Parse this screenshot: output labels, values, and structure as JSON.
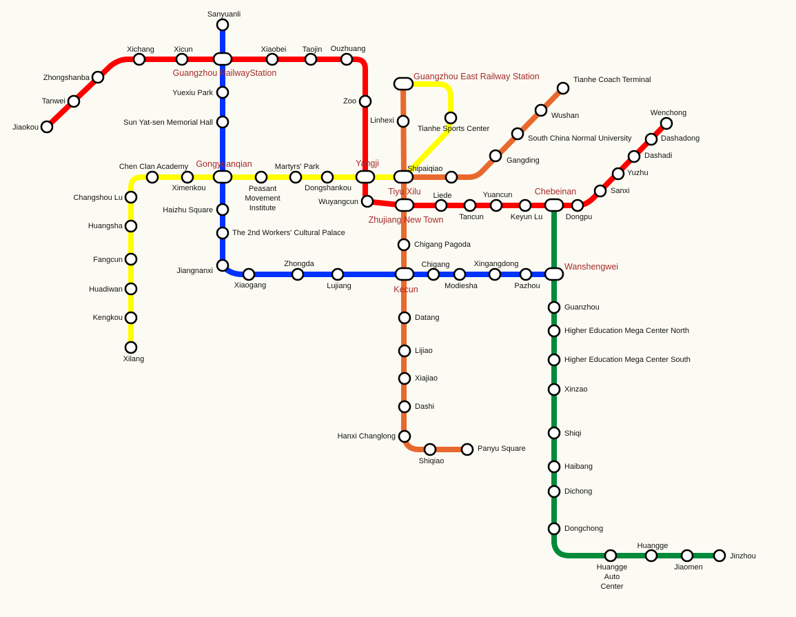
{
  "colors": {
    "background": "#fcfbf3",
    "line1_yellow": "#ffff00",
    "line2_blue": "#0033ff",
    "line3_orange": "#e8692e",
    "line4_green": "#008a3a",
    "line5_red": "#ff0000",
    "interchange_label": "#a52a2a"
  },
  "stations": {
    "sanyuanli": "Sanyuanli",
    "guangzhou_railway_station": "Guangzhou RailwayStation",
    "yuexiu_park": "Yuexiu Park",
    "sun_yatsen_memorial_hall": "Sun Yat-sen Memorial Hall",
    "gongyuanqian": "Gongyuanqian",
    "haizhu_square": "Haizhu Square",
    "workers_cultural_palace": "The 2nd Workers' Cultural Palace",
    "jiangnanxi": "Jiangnanxi",
    "xiaogang": "Xiaogang",
    "zhongda": "Zhongda",
    "lujiang": "Lujiang",
    "kecun": "Kecun",
    "chigang": "Chigang",
    "modiesha": "Modiesha",
    "xingangdong": "Xingangdong",
    "pazhou": "Pazhou",
    "wanshengwei": "Wanshengwei",
    "jiaokou": "Jiaokou",
    "tanwei": "Tanwei",
    "zhongshanba": "Zhongshanba",
    "xichang": "Xichang",
    "xicun": "Xicun",
    "xiaobei": "Xiaobei",
    "taojin": "Taojin",
    "ouzhuang": "Ouzhuang",
    "zoo": "Zoo",
    "yangji": "Yangji",
    "wuyangcun": "Wuyangcun",
    "zhujiang_new_town": "Zhujiang New Town",
    "liede": "Liede",
    "tancun": "Tancun",
    "yuancun": "Yuancun",
    "keyun_lu": "Keyun Lu",
    "chebeinan": "Chebeinan",
    "dongpu": "Dongpu",
    "sanxi": "Sanxi",
    "yuzhu": "Yuzhu",
    "dashadi": "Dashadi",
    "dashadong": "Dashadong",
    "wenchong": "Wenchong",
    "chen_clan_academy": "Chen Clan Academy",
    "ximenkou": "Ximenkou",
    "peasant_movement_institute": [
      "Peasant",
      "Movement",
      "Institute"
    ],
    "martyrs_park": "Martyrs' Park",
    "dongshankou": "Dongshankou",
    "tiyu_xilu": "Tiyu Xilu",
    "tianhe_sports_center": "Tianhe Sports Center",
    "guangzhou_east_railway_station": "Guangzhou East Railway Station",
    "changshou_lu": "Changshou Lu",
    "huangsha": "Huangsha",
    "fangcun": "Fangcun",
    "huadiwan": "Huadiwan",
    "kengkou": "Kengkou",
    "xilang": "Xilang",
    "linhexi": "Linhexi",
    "shipaiqiao": "Shipaiqiao",
    "gangding": "Gangding",
    "south_china_normal_university": "South China Normal University",
    "wushan": "Wushan",
    "tianhe_coach_terminal": "Tianhe Coach Terminal",
    "chigang_pagoda": "Chigang Pagoda",
    "datang": "Datang",
    "lijiao": "Lijiao",
    "xiajiao": "Xiajiao",
    "dashi": "Dashi",
    "hanxi_changlong": "Hanxi Changlong",
    "shiqiao": "Shiqiao",
    "panyu_square": "Panyu Square",
    "guanzhou": "Guanzhou",
    "hemc_north": "Higher Education Mega Center North",
    "hemc_south": "Higher Education Mega Center South",
    "xinzao": "Xinzao",
    "shiqi": "Shiqi",
    "haibang": "Haibang",
    "dichong": "Dichong",
    "dongchong": "Dongchong",
    "huangge_auto_center": [
      "Huangge",
      "Auto",
      "Center"
    ],
    "huangge": "Huangge",
    "jiaomen": "Jiaomen",
    "jinzhou": "Jinzhou"
  }
}
